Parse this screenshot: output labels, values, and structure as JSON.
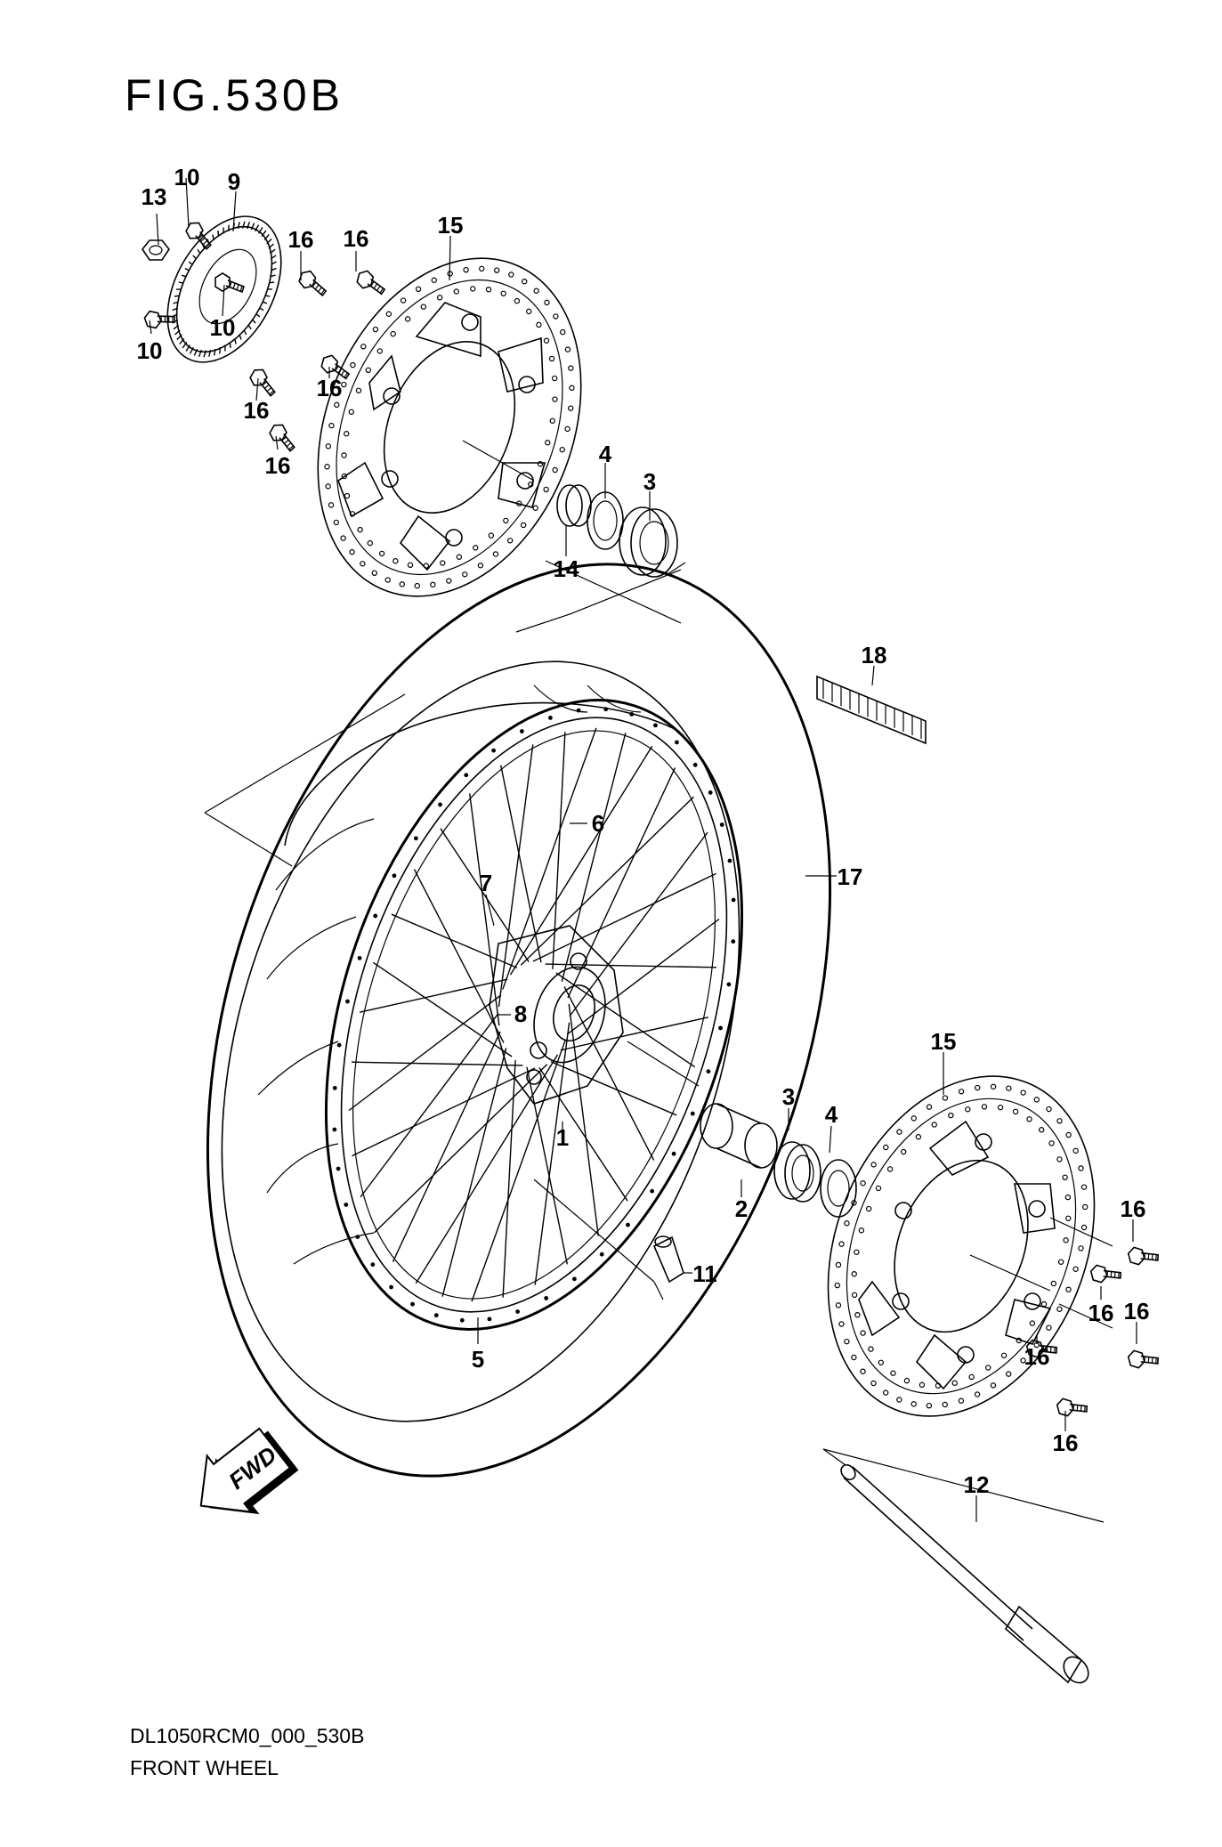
{
  "figure": {
    "title": "FIG.530B",
    "code": "DL1050RCM0_000_530B",
    "description": "FRONT WHEEL",
    "fwd_badge": "FWD"
  },
  "callouts": [
    {
      "label": "13"
    },
    {
      "label": "10"
    },
    {
      "label": "9"
    },
    {
      "label": "16"
    },
    {
      "label": "16"
    },
    {
      "label": "15"
    },
    {
      "label": "10"
    },
    {
      "label": "10"
    },
    {
      "label": "16"
    },
    {
      "label": "16"
    },
    {
      "label": "16"
    },
    {
      "label": "4"
    },
    {
      "label": "3"
    },
    {
      "label": "14"
    },
    {
      "label": "18"
    },
    {
      "label": "6"
    },
    {
      "label": "7"
    },
    {
      "label": "17"
    },
    {
      "label": "8"
    },
    {
      "label": "15"
    },
    {
      "label": "1"
    },
    {
      "label": "3"
    },
    {
      "label": "4"
    },
    {
      "label": "2"
    },
    {
      "label": "16"
    },
    {
      "label": "11"
    },
    {
      "label": "16"
    },
    {
      "label": "16"
    },
    {
      "label": "5"
    },
    {
      "label": "16"
    },
    {
      "label": "16"
    },
    {
      "label": "12"
    }
  ]
}
